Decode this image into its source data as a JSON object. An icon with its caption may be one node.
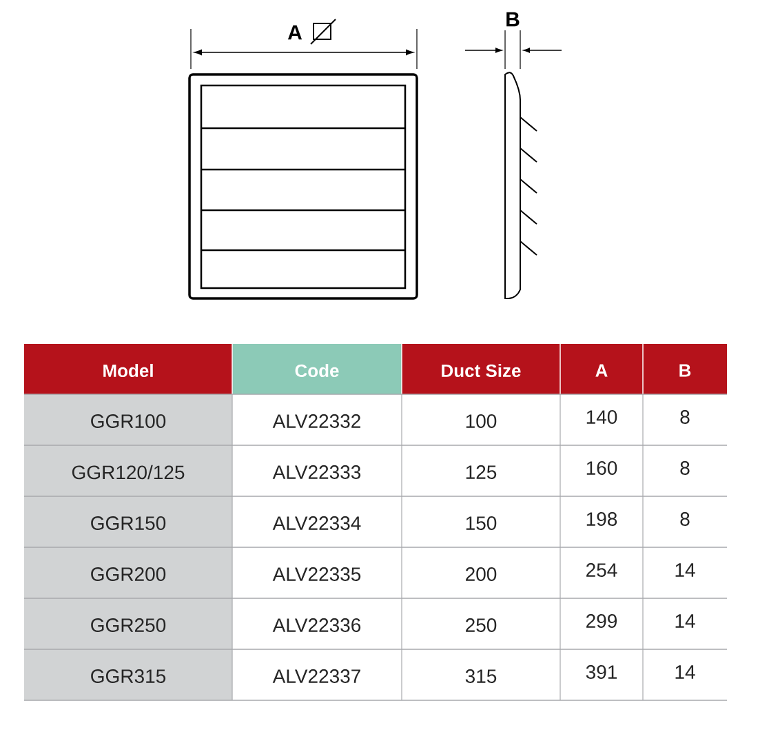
{
  "diagram": {
    "labels": [
      "A",
      "B",
      "Model",
      "Code",
      "Duct Size",
      "A",
      "B",
      "GGR100",
      "ALV22332",
      "100",
      "140",
      "8",
      "GGR120/125",
      "ALV22333",
      "125",
      "160",
      "8",
      "GGR150",
      "ALV22334",
      "150",
      "198",
      "8",
      "GGR200",
      "ALV22335",
      "200",
      "254",
      "14",
      "GGR250",
      "ALV22336",
      "250",
      "299",
      "14",
      "GGR315",
      "ALV22337",
      "315",
      "391",
      "14"
    ]
  }
}
